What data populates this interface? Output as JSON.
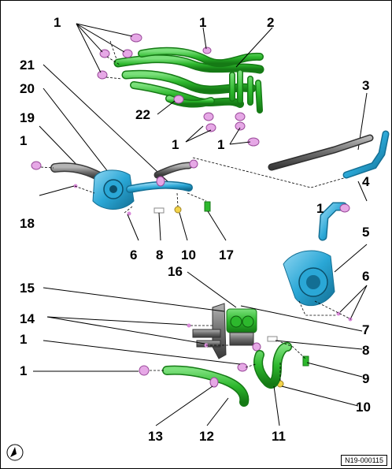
{
  "figure": {
    "document_id": "N19-000115",
    "colors": {
      "hose_green": "#2db82d",
      "hose_green_dark": "#157a15",
      "component_blue": "#2aa7d6",
      "component_blue_dark": "#136f94",
      "clamp_pink": "#d98ad9",
      "grey_part": "#6e6e6e",
      "line": "#000000"
    },
    "icons": [
      "compass-arrow-icon"
    ],
    "callouts": [
      {
        "id": "c1a",
        "text": "1"
      },
      {
        "id": "c1b",
        "text": "1"
      },
      {
        "id": "c2",
        "text": "2"
      },
      {
        "id": "c21",
        "text": "21"
      },
      {
        "id": "c20",
        "text": "20"
      },
      {
        "id": "c22",
        "text": "22"
      },
      {
        "id": "c3",
        "text": "3"
      },
      {
        "id": "c19",
        "text": "19"
      },
      {
        "id": "c1c",
        "text": "1"
      },
      {
        "id": "c1d",
        "text": "1"
      },
      {
        "id": "c1e",
        "text": "1"
      },
      {
        "id": "c4",
        "text": "4"
      },
      {
        "id": "c18",
        "text": "18"
      },
      {
        "id": "c1f",
        "text": "1"
      },
      {
        "id": "c5",
        "text": "5"
      },
      {
        "id": "c6a",
        "text": "6"
      },
      {
        "id": "c8a",
        "text": "8"
      },
      {
        "id": "c10a",
        "text": "10"
      },
      {
        "id": "c17",
        "text": "17"
      },
      {
        "id": "c16",
        "text": "16"
      },
      {
        "id": "c6b",
        "text": "6"
      },
      {
        "id": "c15",
        "text": "15"
      },
      {
        "id": "c14",
        "text": "14"
      },
      {
        "id": "c7",
        "text": "7"
      },
      {
        "id": "c1g",
        "text": "1"
      },
      {
        "id": "c8b",
        "text": "8"
      },
      {
        "id": "c1h",
        "text": "1"
      },
      {
        "id": "c9",
        "text": "9"
      },
      {
        "id": "c10b",
        "text": "10"
      },
      {
        "id": "c13",
        "text": "13"
      },
      {
        "id": "c12",
        "text": "12"
      },
      {
        "id": "c11",
        "text": "11"
      }
    ]
  }
}
